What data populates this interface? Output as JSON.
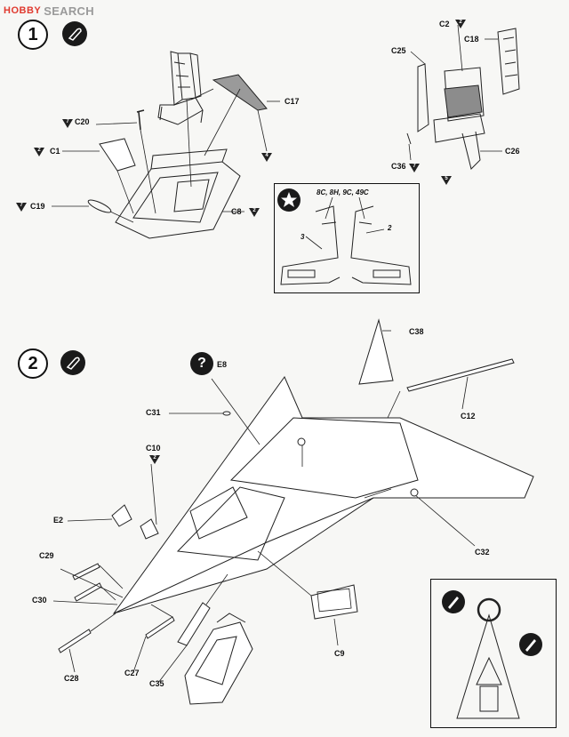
{
  "watermark": {
    "logo": "HOBBY",
    "text": "SEARCH"
  },
  "step1": {
    "number": "1",
    "parts": {
      "c20": "C20",
      "c1": "C1",
      "c19": "C19",
      "c17": "C17",
      "c8": "C8",
      "c2": "C2",
      "c18": "C18",
      "c25": "C25",
      "c26": "C26",
      "c36": "C36"
    },
    "callout_numbers": {
      "n4": "4",
      "n5": "5"
    },
    "triangle_marks": {
      "c20": "7",
      "c1": "2",
      "c19": "7",
      "c8": "2",
      "c2": "2",
      "c36": "7"
    },
    "inset": {
      "decal_note": "8C, 8H, 9C, 49C",
      "label_2": "2",
      "label_3": "3"
    }
  },
  "step2": {
    "number": "2",
    "parts": {
      "c38": "C38",
      "e8": "E8",
      "c31": "C31",
      "c12": "C12",
      "c10": "C10",
      "e2": "E2",
      "c32": "C32",
      "c29": "C29",
      "c30": "C30",
      "c28": "C28",
      "c27": "C27",
      "c35": "C35",
      "c9": "C9"
    },
    "triangle_marks": {
      "c10": "2"
    }
  }
}
